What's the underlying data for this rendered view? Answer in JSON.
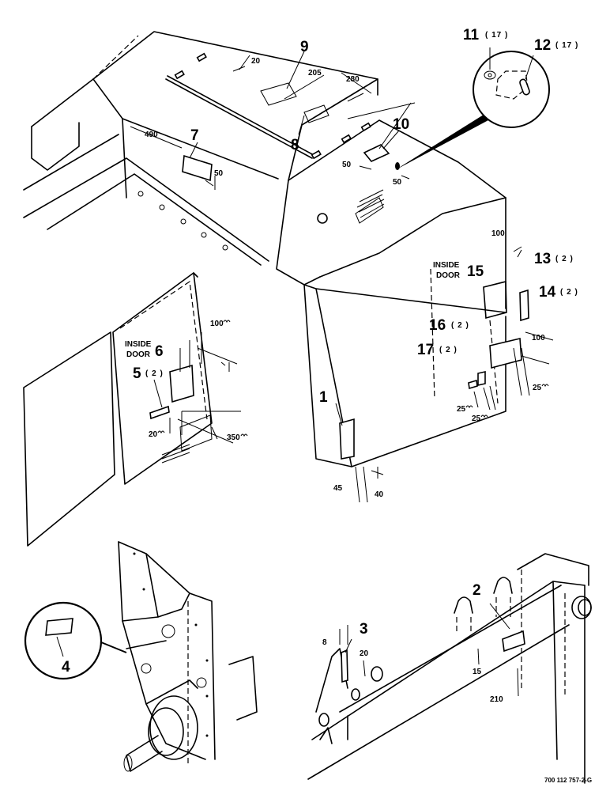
{
  "callouts": {
    "c1": "1",
    "c2": "2",
    "c3": "3",
    "c4": "4",
    "c5": "5",
    "c6": "6",
    "c7": "7",
    "c8": "8",
    "c9": "9",
    "c10": "10",
    "c11": "11",
    "c12": "12",
    "c13": "13",
    "c14": "14",
    "c15": "15",
    "c16": "16",
    "c17": "17"
  },
  "quantities": {
    "q5": "( 2 )",
    "q11": "( 17 )",
    "q12": "( 17 )",
    "q13": "( 2 )",
    "q14": "( 2 )",
    "q16": "( 2 )",
    "q17": "( 2 )"
  },
  "notes": {
    "inside": "INSIDE",
    "door": "DOOR"
  },
  "dimensions": {
    "d20_top": "20",
    "d205": "205",
    "d280": "280",
    "d490": "490",
    "d50_7": "50",
    "d50_10a": "50",
    "d50_10b": "50",
    "d100_right": "100",
    "d100_door": "100",
    "d100_14": "100",
    "d25_14": "25",
    "d25_16": "25",
    "d25_17": "25",
    "d20_5": "20",
    "d350": "350",
    "d45": "45",
    "d40": "40",
    "d8": "8",
    "d20_3": "20",
    "d15": "15",
    "d210": "210"
  },
  "footer": {
    "drawing_number": "700 112 757-2-G"
  }
}
